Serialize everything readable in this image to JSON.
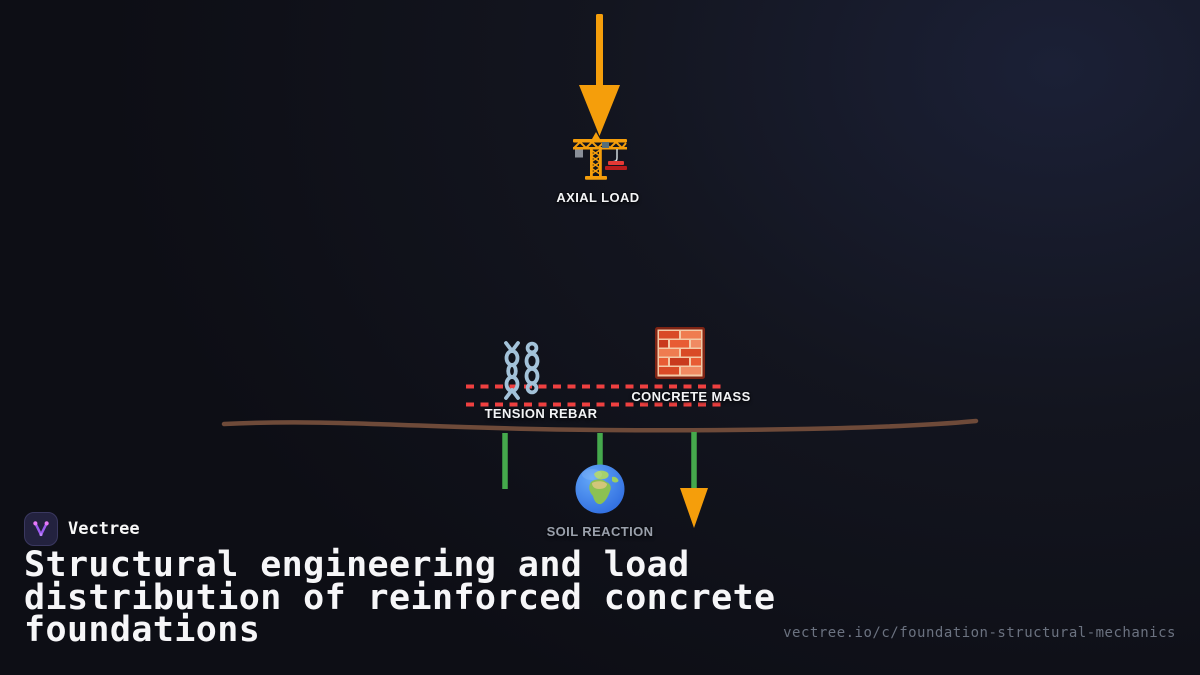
{
  "colors": {
    "background_base": "#0d0e15",
    "background_glow": "#1b2036",
    "accent_orange": "#f59e0b",
    "accent_green": "#45a94c",
    "accent_red": "#ef4040",
    "ground_brown": "#6e4a39",
    "label_white": "#f3f4f6",
    "label_gray": "#9aa0ab",
    "url_gray": "#6b7280",
    "logo_purple": "#9d5cf0",
    "logo_dot_pink": "#e879f9",
    "logo_bg": "#23223f"
  },
  "diagram": {
    "axial_load_label": "AXIAL LOAD",
    "tension_rebar_label": "TENSION REBAR",
    "concrete_mass_label": "CONCRETE MASS",
    "soil_reaction_label": "SOIL REACTION",
    "icons": {
      "top_arrow": "down-arrow-icon",
      "crane": "construction-crane-icon",
      "chains": "chains-icon",
      "brick_wall": "brick-wall-icon",
      "ground_line": "soil-surface-line",
      "reaction_arrows": "green-reaction-arrows",
      "globe": "globe-europe-africa-icon"
    }
  },
  "footer": {
    "brand_name": "Vectree",
    "title": "Structural engineering and load distribution of reinforced concrete foundations",
    "url": "vectree.io/c/foundation-structural-mechanics"
  }
}
